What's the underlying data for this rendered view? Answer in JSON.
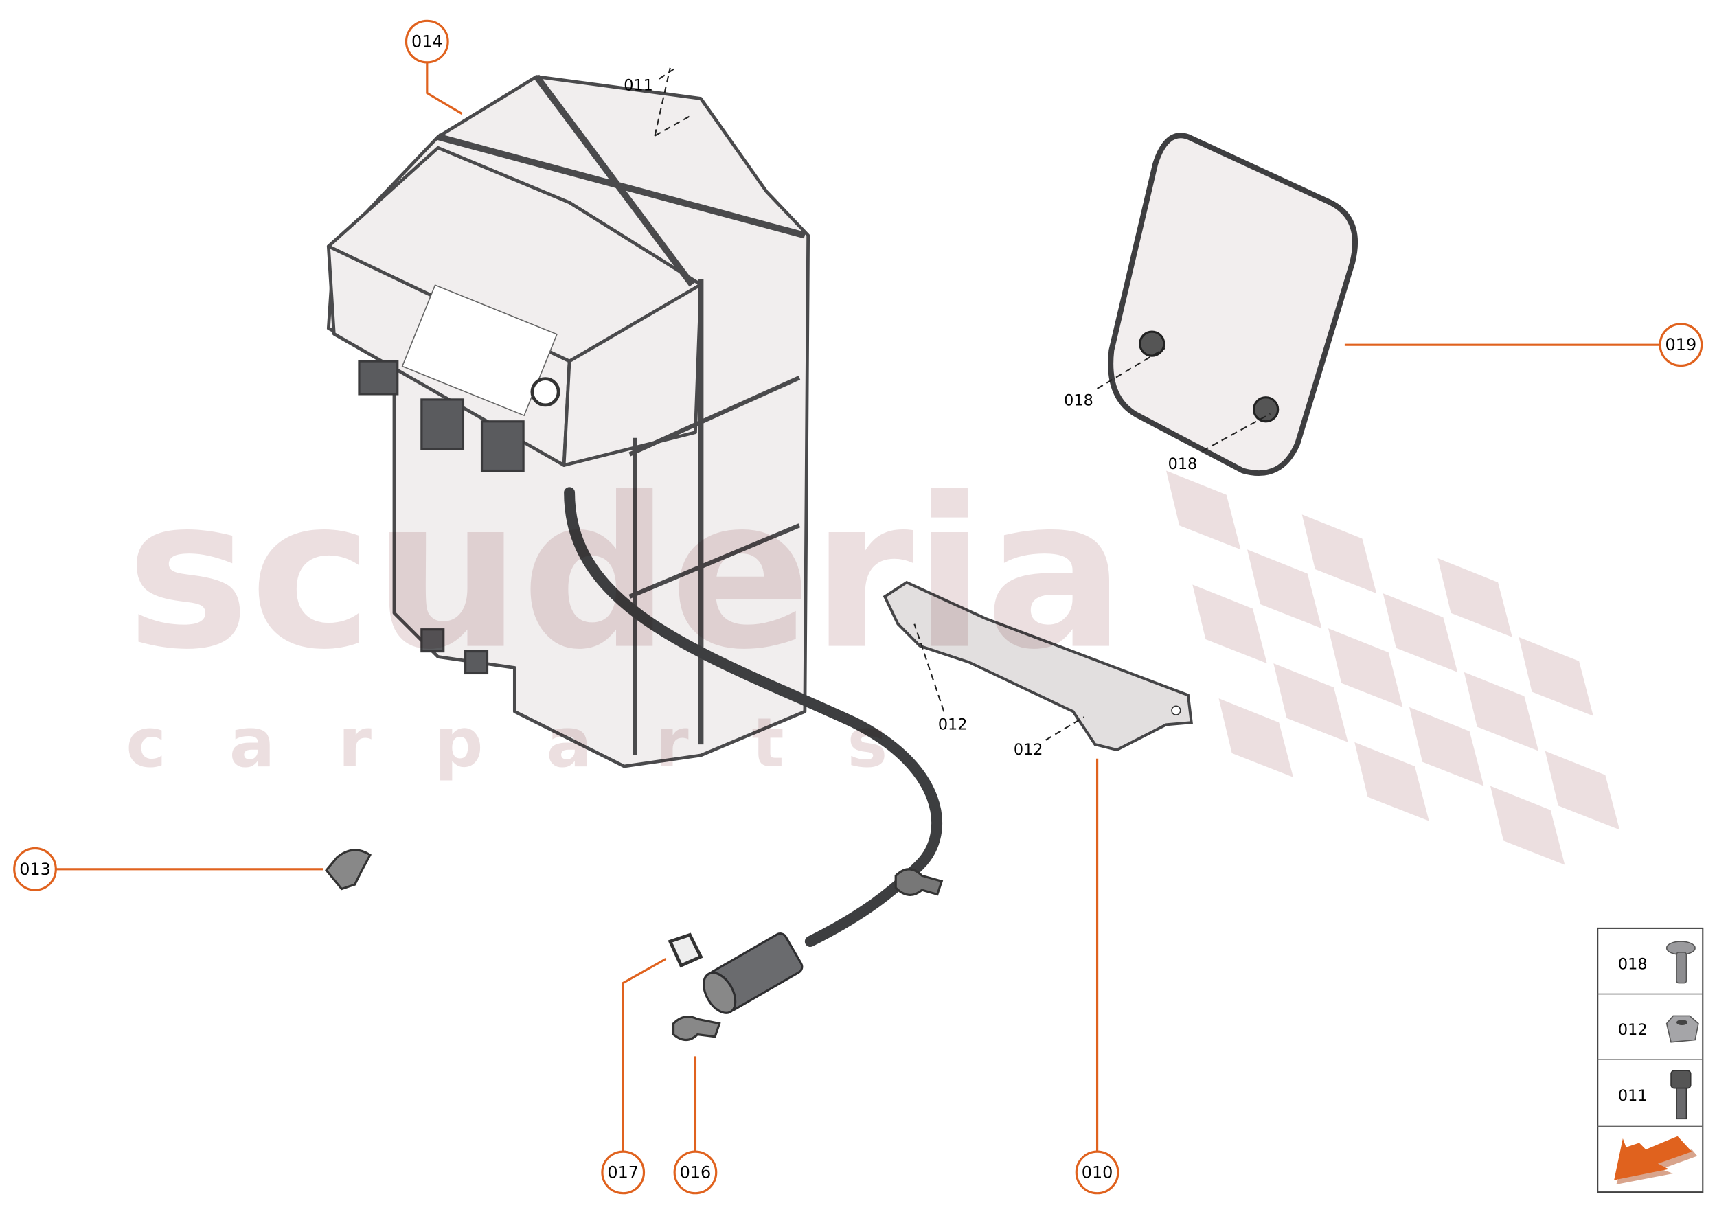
{
  "watermark": {
    "main": "scuderia",
    "sub": "c a r p a r t s"
  },
  "accent_color": "#e0621e",
  "callouts": [
    {
      "id": "014",
      "label": "014"
    },
    {
      "id": "019",
      "label": "019"
    },
    {
      "id": "013",
      "label": "013"
    },
    {
      "id": "017",
      "label": "017"
    },
    {
      "id": "016",
      "label": "016"
    },
    {
      "id": "010",
      "label": "010"
    }
  ],
  "part_labels": [
    {
      "label": "011"
    },
    {
      "label": "018"
    },
    {
      "label": "018"
    },
    {
      "label": "012"
    },
    {
      "label": "012"
    }
  ],
  "legend": [
    {
      "label": "018",
      "icon": "flange-screw-icon"
    },
    {
      "label": "012",
      "icon": "hex-nut-icon"
    },
    {
      "label": "011",
      "icon": "socket-cap-bolt-icon"
    },
    {
      "label": "",
      "icon": "direction-arrow-icon"
    }
  ]
}
